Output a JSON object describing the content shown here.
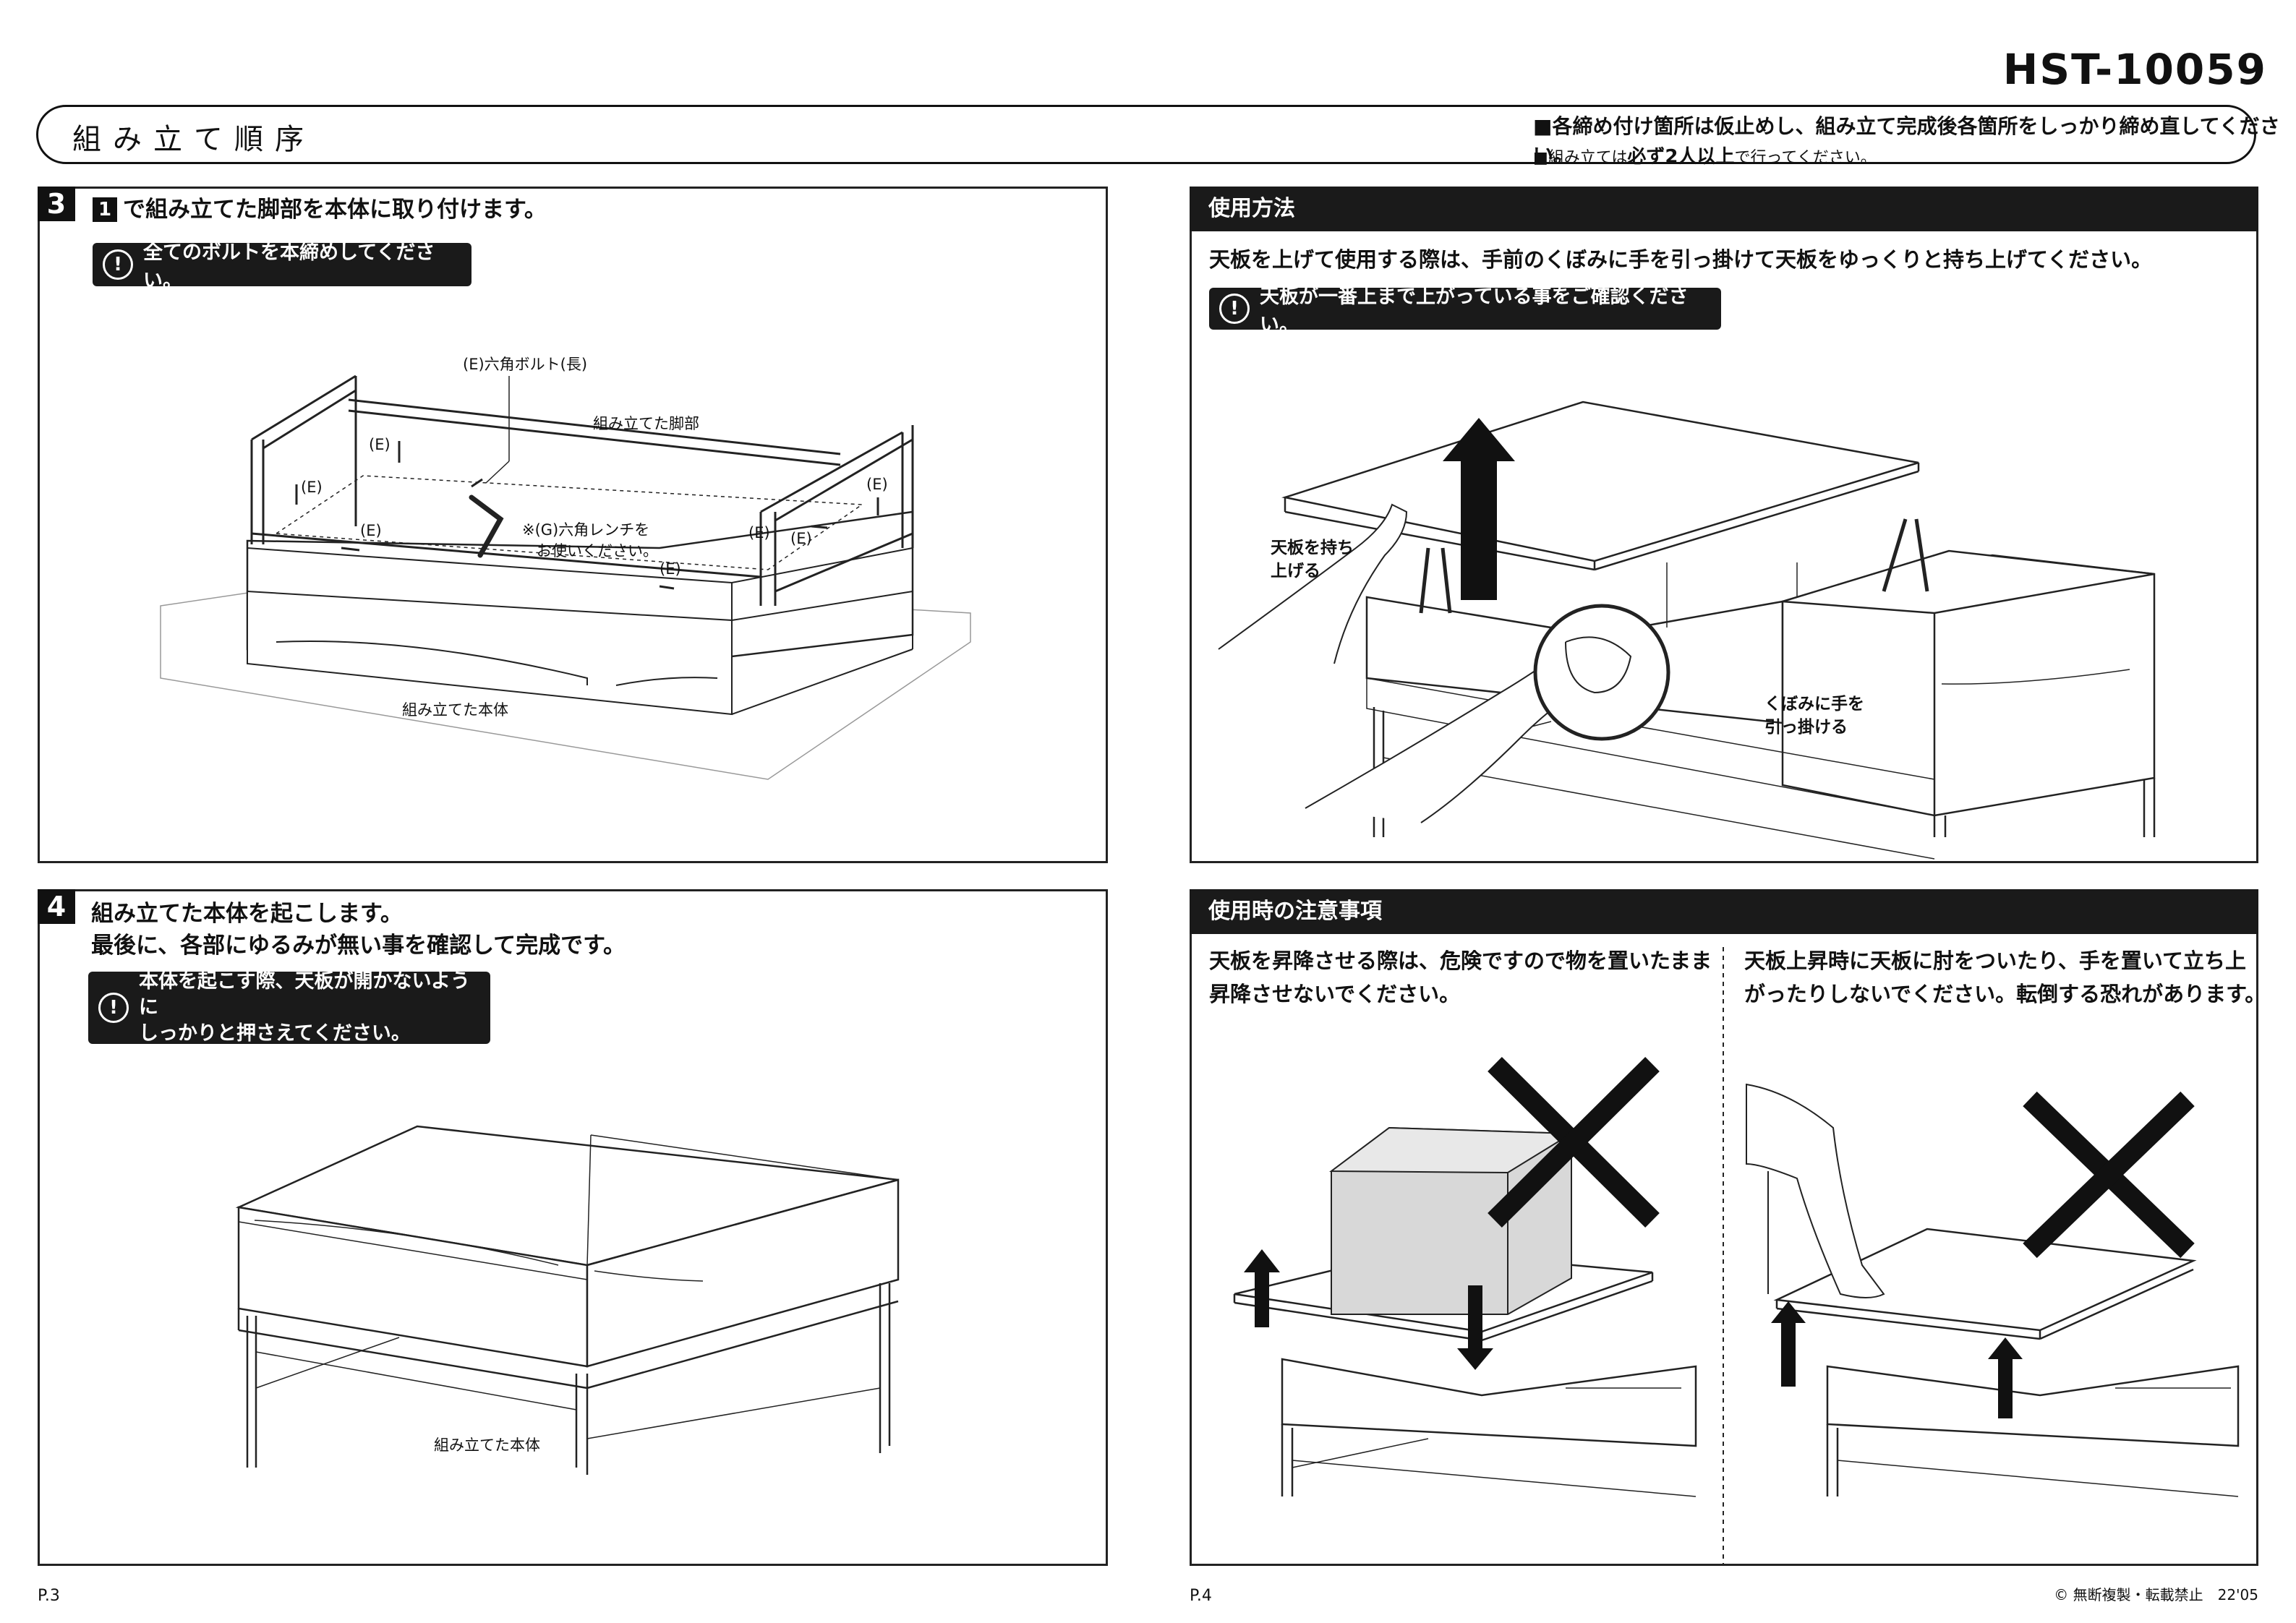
{
  "model": "HST-10059",
  "header": {
    "title": "組み立て順序",
    "note1": "■各締め付け箇所は仮止めし、組み立て完成後各箇所をしっかり締め直してください。",
    "note2_pre": "■組み立ては",
    "note2_bold": "必ず2人以上",
    "note2_post": "で行ってください。"
  },
  "step3": {
    "number": "3",
    "ref_number": "1",
    "title": "で組み立てた脚部を本体に取り付けます。",
    "warning": "全てのボルトを本締めしてください。",
    "labels": {
      "bolt_long": "(E)六角ボルト(長)",
      "assembled_legs": "組み立てた脚部",
      "e": "(E)",
      "wrench_1": "※(G)六角レンチを",
      "wrench_2": "お使いください。",
      "assembled_body": "組み立てた本体"
    }
  },
  "step4": {
    "number": "4",
    "title_1": "組み立てた本体を起こします。",
    "title_2": "最後に、各部にゆるみが無い事を確認して完成です。",
    "warning_1": "本体を起こす際、天板が開かないように",
    "warning_2": "しっかりと押さえてください。",
    "label_body": "組み立てた本体"
  },
  "usage": {
    "heading": "使用方法",
    "text": "天板を上げて使用する際は、手前のくぼみに手を引っ掛けて天板をゆっくりと持ち上げてください。",
    "warning": "天板が一番上まで上がっている事をご確認ください。",
    "label_lift_1": "天板を持ち",
    "label_lift_2": "上げる",
    "label_hook_1": "くぼみに手を",
    "label_hook_2": "引っ掛ける"
  },
  "cautions": {
    "heading": "使用時の注意事項",
    "left_1": "天板を昇降させる際は、危険ですので物を置いたまま",
    "left_2": "昇降させないでください。",
    "right_1": "天板上昇時に天板に肘をついたり、手を置いて立ち上",
    "right_2": "がったりしないでください。転倒する恐れがあります。"
  },
  "footer": {
    "page_left": "P.3",
    "page_right": "P.4",
    "copyright": "© 無断複製・転載禁止　22'05"
  }
}
